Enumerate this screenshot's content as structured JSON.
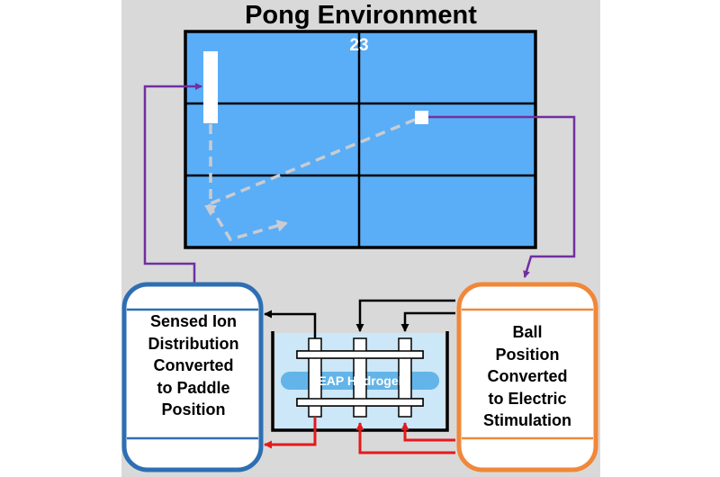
{
  "title": "Pong Environment",
  "game": {
    "score": "23"
  },
  "sensing_box": {
    "lines": [
      "Sensed Ion",
      "Distribution",
      "Converted",
      "to Paddle",
      "Position"
    ]
  },
  "stimulation_box": {
    "lines": [
      "Ball",
      "Position",
      "Converted",
      "to Electric",
      "Stimulation"
    ]
  },
  "hydrogel": {
    "label": "EAP Hydrogel"
  },
  "colors": {
    "background": "#d9d9d9",
    "screen": "#5aadf7",
    "sensing_box_border": "#2e6fb3",
    "stimulation_box_border": "#f0873a",
    "feedback_arrow": "#7030a0",
    "sense_arrow": "#000000",
    "stimulate_arrow": "#e31a1c",
    "hydrogel_bath": "#cce7f7",
    "hydrogel_band": "#63b4e8"
  }
}
